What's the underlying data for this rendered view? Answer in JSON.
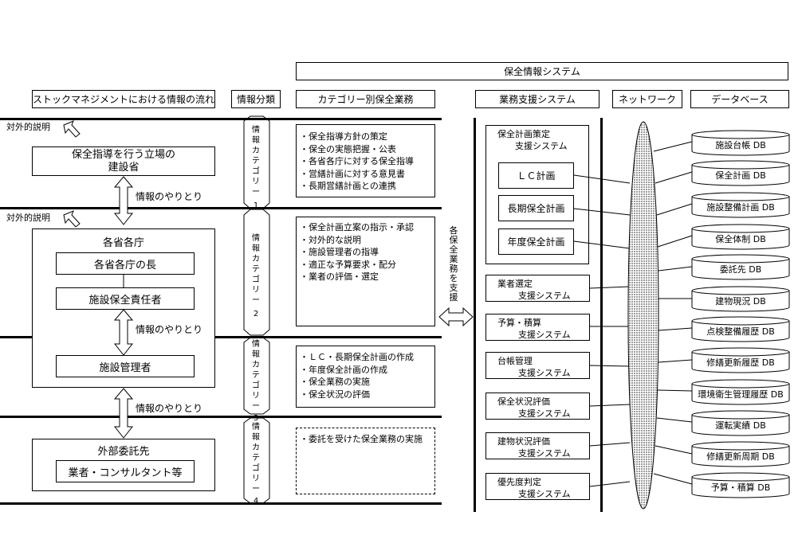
{
  "headers": {
    "system_title": "保全情報システム",
    "flow": "ストックマネジメントにおける情報の流れ",
    "classification": "情報分類",
    "category_work": "カテゴリー別保全業務",
    "support_system": "業務支援システム",
    "network": "ネットワーク",
    "database": "データベース"
  },
  "external_labels": [
    "対外的説明",
    "対外的説明"
  ],
  "left": {
    "box1": {
      "line1": "保全指導を行う立場の",
      "line2": "建設省"
    },
    "ministry": "各省各庁",
    "head": "各省各庁の長",
    "manager": "施設保全責任者",
    "facility_manager": "施設管理者",
    "outsource": "外部委託先",
    "contractor": "業者・コンサルタント等",
    "exchange": [
      "情報のやりとり",
      "情報のやりとり",
      "情報のやりとり"
    ]
  },
  "categories": [
    {
      "label": [
        "情",
        "報",
        "カ",
        "テ",
        "ゴ",
        "リ",
        "ー"
      ],
      "num": "1"
    },
    {
      "label": [
        "情",
        "報",
        "カ",
        "テ",
        "ゴ",
        "リ",
        "ー"
      ],
      "num": "2"
    },
    {
      "label": [
        "情",
        "報",
        "カ",
        "テ",
        "ゴ",
        "リ",
        "ー"
      ],
      "num": "3"
    },
    {
      "label": [
        "情",
        "報",
        "カ",
        "テ",
        "ゴ",
        "リ",
        "ー"
      ],
      "num": "4"
    }
  ],
  "work_lists": [
    [
      "・保全指導方針の策定",
      "・保全の実態把握・公表",
      "・各省各庁に対する保全指導",
      "・営繕計画に対する意見書",
      "・長期営繕計画との連携"
    ],
    [
      "・保全計画立案の指示・承認",
      "・対外的な説明",
      "・施設管理者の指導",
      "・適正な予算要求・配分",
      "・業者の評価・選定"
    ],
    [
      "・ＬＣ・長期保全計画の作成",
      "・年度保全計画の作成",
      "・保全業務の実施",
      "・保全状況の評価"
    ],
    [
      "・委託を受けた保全業務の実施"
    ]
  ],
  "support_label": [
    "各",
    "保",
    "全",
    "業",
    "務",
    "を",
    "支",
    "援"
  ],
  "systems": {
    "plan_group": {
      "line1": "保全計画策定",
      "line2": "支援システム"
    },
    "plan_items": [
      "ＬＣ計画",
      "長期保全計画",
      "年度保全計画"
    ],
    "others": [
      {
        "line1": "業者選定",
        "line2": "支援システム"
      },
      {
        "line1": "予算・積算",
        "line2": "支援システム"
      },
      {
        "line1": "台帳管理",
        "line2": "支援システム"
      },
      {
        "line1": "保全状況評価",
        "line2": "支援システム"
      },
      {
        "line1": "建物状況評価",
        "line2": "支援システム"
      },
      {
        "line1": "優先度判定",
        "line2": "支援システム"
      }
    ]
  },
  "databases": [
    "施設台帳 DB",
    "保全計画 DB",
    "施設整備計画 DB",
    "保全体制 DB",
    "委託先 DB",
    "建物現況 DB",
    "点検整備履歴 DB",
    "修繕更新履歴 DB",
    "環境衛生管理履歴 DB",
    "運転実績 DB",
    "修繕更新周期 DB",
    "予算・積算 DB"
  ]
}
